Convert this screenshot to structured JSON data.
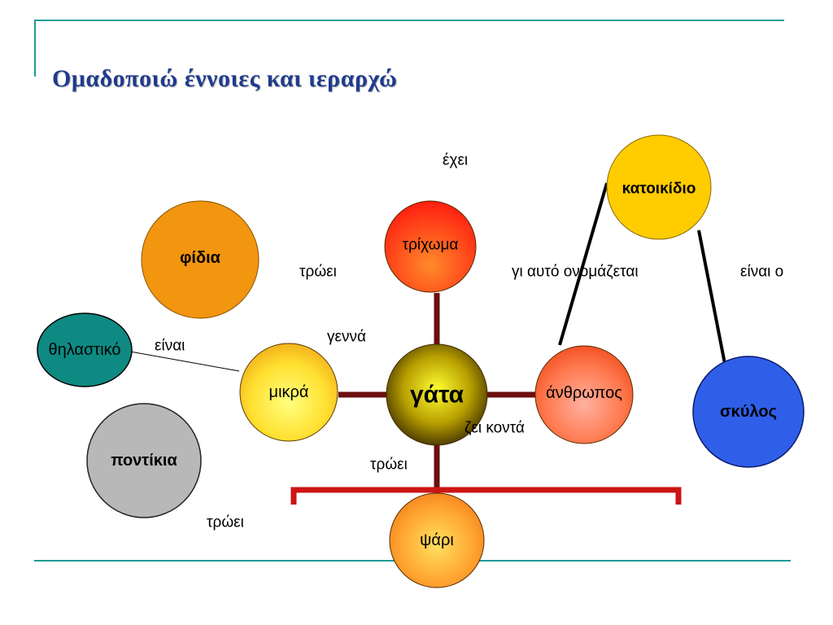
{
  "title": "Ομαδοποιώ έννοιες και ιεραρχώ",
  "nodes": {
    "gata": "γάτα",
    "trixwma": "τρίχωμα",
    "mikra": "μικρά",
    "anthropos": "άνθρωπος",
    "psari": "ψάρι",
    "fidia": "φίδια",
    "thilastiko": "θηλαστικό",
    "pontikia": "ποντίκια",
    "katoikidio": "κατοικίδιο",
    "skylos": "σκύλος"
  },
  "labels": {
    "exei": "έχει",
    "trwei_top": "τρώει",
    "gennaa": "γεννά",
    "einai_left": "είναι",
    "gi_auto": "γι αυτό ονομάζεται",
    "einai_o": "είναι ο",
    "zei_konta": "ζει κοντά",
    "trwei_mid": "τρώει",
    "trwei_bottom": "τρώει"
  },
  "colors": {
    "frame": "#1e9b96",
    "title": "#1f3b8c",
    "connector": "#6b0f0f",
    "bracket": "#cc1414",
    "fidia": "#f2950f",
    "thilastiko": "#0e8a83",
    "pontikia": "#b8b8b8",
    "katoikidio": "#ffcc00",
    "skylos": "#2f5fe8"
  }
}
